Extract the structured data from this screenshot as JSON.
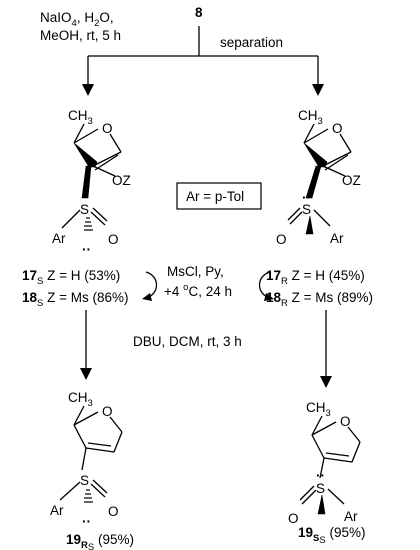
{
  "conditions": {
    "top_left": {
      "line1_pre": "NaIO",
      "line1_sub": "4",
      "line1_mid": ", H",
      "line1_sub2": "2",
      "line1_post": "O,",
      "line2": "MeOH, rt, 5 h"
    },
    "top_center_compound": "8",
    "separation": "separation",
    "aryl_box": "Ar = p-Tol",
    "mesylation": {
      "line1": "MsCl, Py,",
      "line2_pre": "+4 ",
      "line2_sup": "o",
      "line2_post": "C, 24 h"
    },
    "elimination": "DBU, DCM, rt, 3 h"
  },
  "atoms": {
    "methyl": "CH",
    "methyl_sub": "3",
    "oxygen": "O",
    "sulfur": "S",
    "aryl": "Ar",
    "oz": "OZ",
    "lone_pair": "··"
  },
  "compounds": {
    "c17S": {
      "num": "17",
      "sub": "S",
      "text": " Z = H (53%)"
    },
    "c18S": {
      "num": "18",
      "sub": "S",
      "text": " Z = Ms (86%)"
    },
    "c17R": {
      "num": "17",
      "sub": "R",
      "text": " Z = H (45%)"
    },
    "c18R": {
      "num": "18",
      "sub": "R",
      "text": " Z = Ms (89%)"
    },
    "c19R": {
      "num": "19",
      "sub": "R",
      "sub2": "S",
      "text": " (95%)"
    },
    "c19S": {
      "num": "19",
      "sub": "S",
      "sub2": "S",
      "text": " (95%)"
    }
  }
}
